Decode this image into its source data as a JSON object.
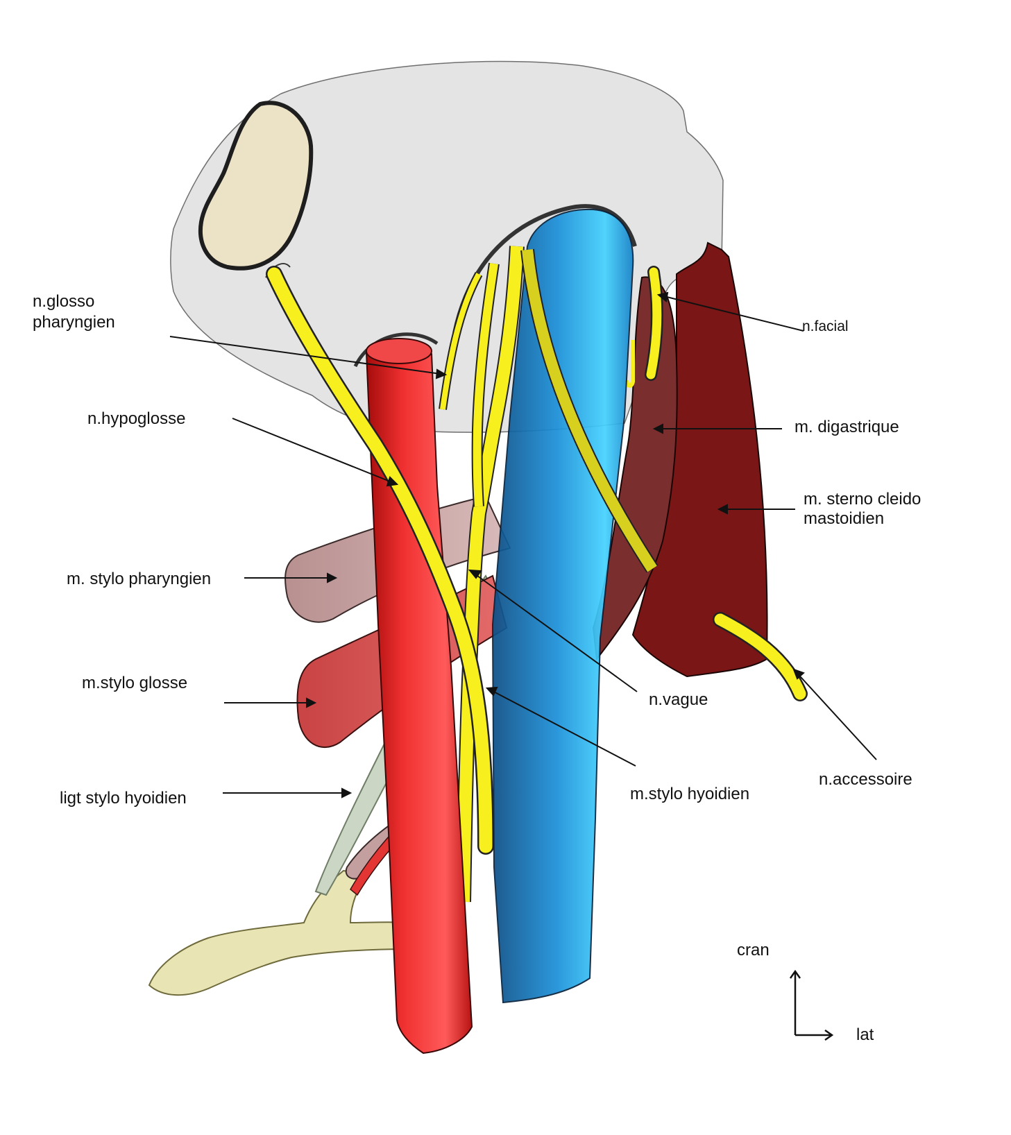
{
  "labels": {
    "glosso_line1": "n.glosso",
    "glosso_line2": "pharyngien",
    "hypoglosse": "n.hypoglosse",
    "stylo_pharyngien": "m. stylo pharyngien",
    "stylo_glosse": "m.stylo glosse",
    "ligt_stylo_hyoidien": "ligt stylo hyoidien",
    "facial": "n.facial",
    "digastrique": "m. digastrique",
    "scm_line1": "m. sterno cleido",
    "scm_line2": "mastoidien",
    "vague": "n.vague",
    "stylo_hyoidien": "m.stylo hyoidien",
    "accessoire": "n.accessoire"
  },
  "orientation": {
    "up": "cran",
    "right": "lat"
  },
  "colors": {
    "skull_base": "#e4e4e4",
    "mastoid_bone": "#ece3c6",
    "artery": "#ef2b2b",
    "vein": "#22a4e6",
    "nerve": "#f8ef1e",
    "sternocleidomastoid": "#7a1616",
    "digastric": "#7b2e2e",
    "stylopharyngeus": "#c49f9f",
    "styloglossus": "#d95555",
    "stylohyoid_ligament": "#cbd6c4",
    "hyoid": "#e8e4b4"
  }
}
